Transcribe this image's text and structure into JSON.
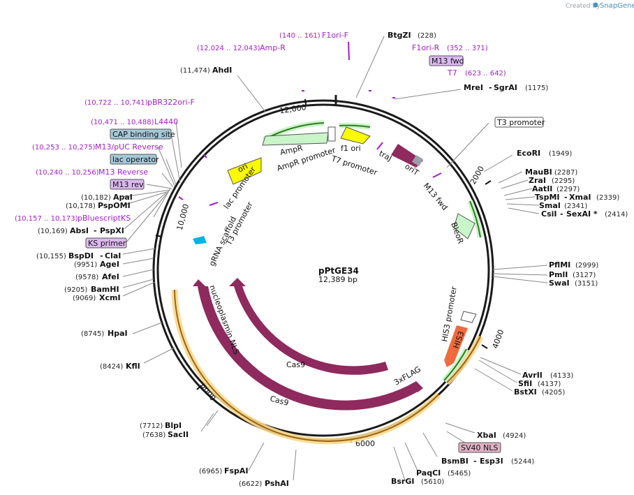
{
  "branding": {
    "created_by": "Created by",
    "product": "SnapGene"
  },
  "plasmid": {
    "name": "pPtGE34",
    "length": "12,389 bp"
  },
  "ticks": [
    "2000",
    "4000",
    "6000",
    "8000",
    "10,000",
    "12,000"
  ],
  "sites": [
    {
      "name": "AhdI",
      "pos": "(11,474)"
    },
    {
      "name": "BtgZI",
      "pos": "(228)"
    },
    {
      "name": "MreI",
      "name2": "SgrAI",
      "pos": "(1175)"
    },
    {
      "name": "EcoRI",
      "pos": "(1949)"
    },
    {
      "name": "MauBI",
      "pos": "(2287)"
    },
    {
      "name": "ZraI",
      "pos": "(2295)"
    },
    {
      "name": "AatII",
      "pos": "(2297)"
    },
    {
      "name": "TspMI",
      "name2": "XmaI",
      "pos": "(2339)"
    },
    {
      "name": "SmaI",
      "pos": "(2341)"
    },
    {
      "name": "CsiI",
      "name2": "SexAI *",
      "pos": "(2414)"
    },
    {
      "name": "PflMI",
      "pos": "(2999)"
    },
    {
      "name": "PmlI",
      "pos": "(3127)"
    },
    {
      "name": "SwaI",
      "pos": "(3151)"
    },
    {
      "name": "AvrII",
      "pos": "(4133)"
    },
    {
      "name": "SfiI",
      "pos": "(4137)"
    },
    {
      "name": "BstXI",
      "pos": "(4205)"
    },
    {
      "name": "XbaI",
      "pos": "(4924)"
    },
    {
      "name": "BsmBI",
      "name2": "Esp3I",
      "pos": "(5244)"
    },
    {
      "name": "PaqCI",
      "pos": "(5465)"
    },
    {
      "name": "BsrGI",
      "pos": "(5610)"
    },
    {
      "name": "PshAI",
      "pos": "(6622)"
    },
    {
      "name": "FspAI",
      "pos": "(6965)"
    },
    {
      "name": "SacII",
      "pos": "(7638)"
    },
    {
      "name": "BlpI",
      "pos": "(7712)"
    },
    {
      "name": "KflI",
      "pos": "(8424)"
    },
    {
      "name": "HpaI",
      "pos": "(8745)"
    },
    {
      "name": "XcmI",
      "pos": "(9069)"
    },
    {
      "name": "BamHI",
      "pos": "(9205)"
    },
    {
      "name": "AfeI",
      "pos": "(9578)"
    },
    {
      "name": "AgeI",
      "pos": "(9951)"
    },
    {
      "name": "BspDI",
      "name2": "ClaI",
      "pos": "(10,155)"
    },
    {
      "name": "AbsI",
      "name2": "PspXI",
      "pos": "(10,169)"
    },
    {
      "name": "PspOMI",
      "pos": "(10,178)"
    },
    {
      "name": "ApaI",
      "pos": "(10,182)"
    }
  ],
  "primers": [
    {
      "name": "F1ori-F",
      "pos": "(140 .. 161)"
    },
    {
      "name": "Amp-R",
      "pos": "(12,024 .. 12,043)"
    },
    {
      "name": "F1ori-R",
      "pos": "(352 .. 371)"
    },
    {
      "name": "T7",
      "pos": "(623 .. 642)"
    },
    {
      "name": "pBR322ori-F",
      "pos": "(10,722 .. 10,741)"
    },
    {
      "name": "L4440",
      "pos": "(10,471 .. 10,488)"
    },
    {
      "name": "M13/pUC Reverse",
      "pos": "(10,253 .. 10,275)"
    },
    {
      "name": "M13 Reverse",
      "pos": "(10,240 .. 10,256)"
    },
    {
      "name": "pBluescriptKS",
      "pos": "(10,157 .. 10,173)"
    }
  ],
  "boxed_labels": [
    "M13 fwd",
    "T3 promoter",
    "CAP binding site",
    "lac operator",
    "M13 rev",
    "KS primer",
    "SV40 NLS"
  ],
  "features": [
    "f1 ori",
    "T7 promoter",
    "traJ",
    "oriT",
    "AmpR",
    "AmpR promoter",
    "ori",
    "M13 fwd",
    "BleoR",
    "lac promoter",
    "gRNA scaffold",
    "T3 promoter",
    "HIS3 promoter",
    "HIS3",
    "3xFLAG",
    "nucleoplasmin NLS",
    "Cas9",
    "Cas9"
  ],
  "colors": {
    "backbone": "#1a1a1a",
    "cas9": "#8e2a5d",
    "his3": "#f06a3d",
    "ampr": "#c9f5c9",
    "ori": "#fafa00",
    "orit": "#8e2a5d",
    "gRNA": "#00b4e8",
    "primer": "#a01fc6",
    "orf_outline": "#f7d98a",
    "orf_arrow": "#2c7a1a",
    "orf_arrow_brown": "#a0621a",
    "box_lilac": "#dcb9ef",
    "box_blue": "#a4c8d8",
    "box_pink": "#e3b1c6"
  }
}
